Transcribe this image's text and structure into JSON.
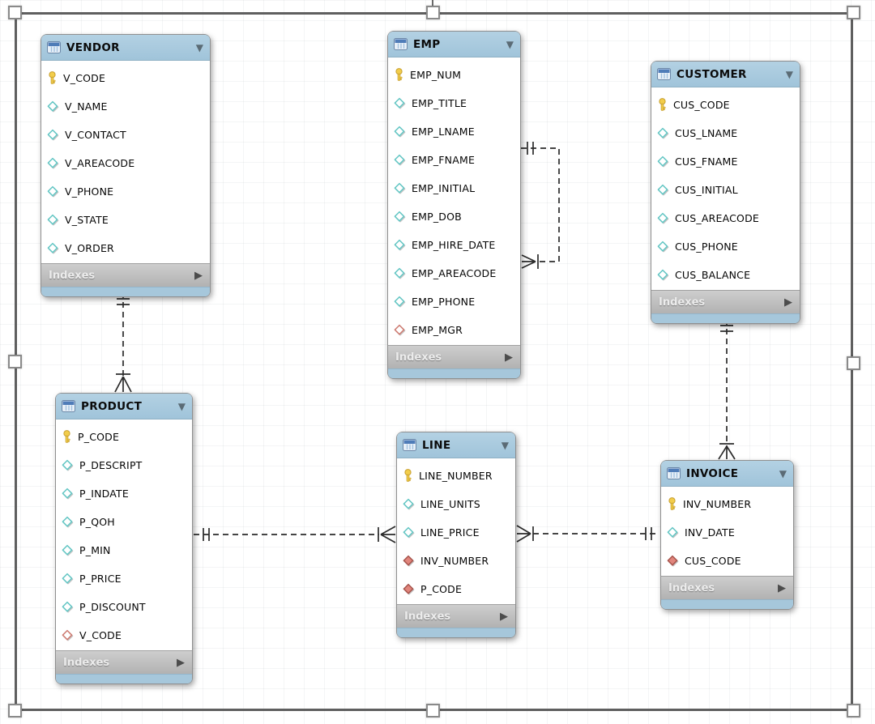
{
  "diagram": {
    "type": "EER / entity-relationship diagram (crow's foot notation)",
    "colors": {
      "table_header_blue": "#a9c9dc",
      "indexes_bar_gray": "#bdbdbd",
      "primary_key_yellow": "#f2cd4b",
      "attribute_teal": "#63c6c4",
      "foreign_key_red_outline": "#cd7a70",
      "foreign_key_red_fill": "#e1857c",
      "relationship_line": "#2b2b2b",
      "selection_border": "#5f5f5f"
    }
  },
  "tables": {
    "vendor": {
      "name": "VENDOR",
      "footer": "Indexes",
      "columns": [
        {
          "label": "V_CODE",
          "icon": "primary-key"
        },
        {
          "label": "V_NAME",
          "icon": "column-nullable"
        },
        {
          "label": "V_CONTACT",
          "icon": "column-nullable"
        },
        {
          "label": "V_AREACODE",
          "icon": "column-nullable"
        },
        {
          "label": "V_PHONE",
          "icon": "column-nullable"
        },
        {
          "label": "V_STATE",
          "icon": "column-nullable"
        },
        {
          "label": "V_ORDER",
          "icon": "column-nullable"
        }
      ]
    },
    "emp": {
      "name": "EMP",
      "footer": "Indexes",
      "columns": [
        {
          "label": "EMP_NUM",
          "icon": "primary-key"
        },
        {
          "label": "EMP_TITLE",
          "icon": "column-nullable"
        },
        {
          "label": "EMP_LNAME",
          "icon": "column-nullable"
        },
        {
          "label": "EMP_FNAME",
          "icon": "column-nullable"
        },
        {
          "label": "EMP_INITIAL",
          "icon": "column-nullable"
        },
        {
          "label": "EMP_DOB",
          "icon": "column-nullable"
        },
        {
          "label": "EMP_HIRE_DATE",
          "icon": "column-nullable"
        },
        {
          "label": "EMP_AREACODE",
          "icon": "column-nullable"
        },
        {
          "label": "EMP_PHONE",
          "icon": "column-nullable"
        },
        {
          "label": "EMP_MGR",
          "icon": "fk-nullable"
        }
      ]
    },
    "customer": {
      "name": "CUSTOMER",
      "footer": "Indexes",
      "columns": [
        {
          "label": "CUS_CODE",
          "icon": "primary-key"
        },
        {
          "label": "CUS_LNAME",
          "icon": "column-nullable"
        },
        {
          "label": "CUS_FNAME",
          "icon": "column-nullable"
        },
        {
          "label": "CUS_INITIAL",
          "icon": "column-nullable"
        },
        {
          "label": "CUS_AREACODE",
          "icon": "column-nullable"
        },
        {
          "label": "CUS_PHONE",
          "icon": "column-nullable"
        },
        {
          "label": "CUS_BALANCE",
          "icon": "column-nullable"
        }
      ]
    },
    "product": {
      "name": "PRODUCT",
      "footer": "Indexes",
      "columns": [
        {
          "label": "P_CODE",
          "icon": "primary-key"
        },
        {
          "label": "P_DESCRIPT",
          "icon": "column-nullable"
        },
        {
          "label": "P_INDATE",
          "icon": "column-nullable"
        },
        {
          "label": "P_QOH",
          "icon": "column-nullable"
        },
        {
          "label": "P_MIN",
          "icon": "column-nullable"
        },
        {
          "label": "P_PRICE",
          "icon": "column-nullable"
        },
        {
          "label": "P_DISCOUNT",
          "icon": "column-nullable"
        },
        {
          "label": "V_CODE",
          "icon": "fk-nullable"
        }
      ]
    },
    "line": {
      "name": "LINE",
      "footer": "Indexes",
      "columns": [
        {
          "label": "LINE_NUMBER",
          "icon": "primary-key"
        },
        {
          "label": "LINE_UNITS",
          "icon": "column-nullable"
        },
        {
          "label": "LINE_PRICE",
          "icon": "column-nullable"
        },
        {
          "label": "INV_NUMBER",
          "icon": "fk-notnull"
        },
        {
          "label": "P_CODE",
          "icon": "fk-notnull"
        }
      ]
    },
    "invoice": {
      "name": "INVOICE",
      "footer": "Indexes",
      "columns": [
        {
          "label": "INV_NUMBER",
          "icon": "primary-key"
        },
        {
          "label": "INV_DATE",
          "icon": "column-nullable"
        },
        {
          "label": "CUS_CODE",
          "icon": "fk-notnull"
        }
      ]
    }
  },
  "relationships": [
    {
      "from": "VENDOR",
      "to": "PRODUCT",
      "from_cardinality": "one and only one",
      "to_cardinality": "one or many",
      "line_style": "dashed (non-identifying)"
    },
    {
      "from": "EMP",
      "to": "EMP",
      "from_cardinality": "one and only one",
      "to_cardinality": "one or many",
      "line_style": "dashed (non-identifying, self-referencing)"
    },
    {
      "from": "CUSTOMER",
      "to": "INVOICE",
      "from_cardinality": "one and only one",
      "to_cardinality": "one or many",
      "line_style": "dashed (non-identifying)"
    },
    {
      "from": "PRODUCT",
      "to": "LINE",
      "from_cardinality": "one and only one",
      "to_cardinality": "one or many",
      "line_style": "dashed (non-identifying)"
    },
    {
      "from": "INVOICE",
      "to": "LINE",
      "from_cardinality": "one and only one",
      "to_cardinality": "one or many",
      "line_style": "dashed (non-identifying)"
    }
  ]
}
